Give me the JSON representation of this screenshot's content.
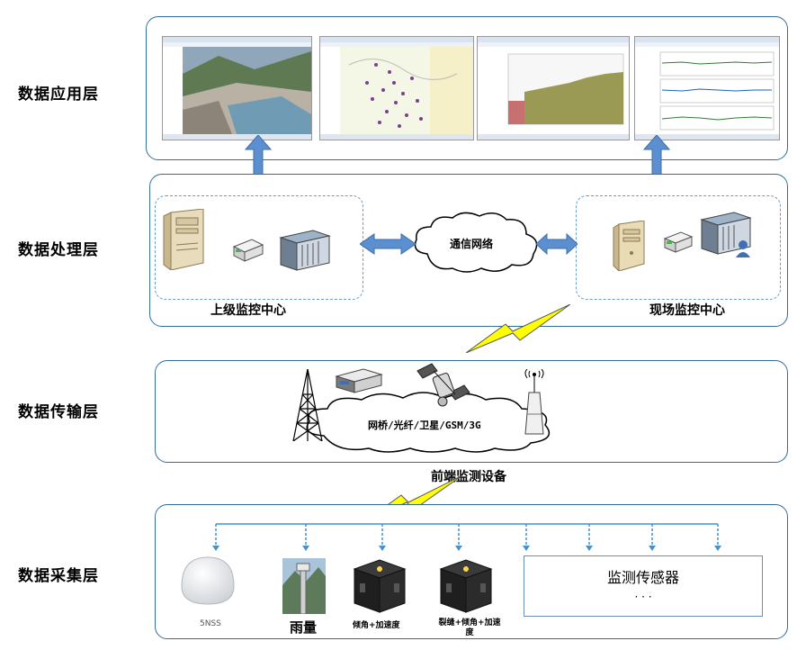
{
  "layers": {
    "application": "数据应用层",
    "processing": "数据处理层",
    "transmission": "数据传输层",
    "collection": "数据采集层"
  },
  "processing": {
    "upper_center": "上级监控中心",
    "site_center": "现场监控中心",
    "network_cloud": "通信网络"
  },
  "transmission": {
    "cloud_label": "网桥/光纤/卫星/GSM/3G",
    "front_devices": "前端监测设备"
  },
  "collection": {
    "gnss": "5NSS",
    "rain": "雨量",
    "tilt_accel": "倾角+加速度",
    "crack_tilt_accel": "裂缝+倾角+加速度",
    "sensors_title": "监测传感器",
    "sensors_more": "· · ·"
  },
  "colors": {
    "panel_border": "#2f6f9a",
    "dashed_border": "#6a9cc7",
    "arrow_blue": "#5b8fcf",
    "lightning": "#ffff00",
    "bus_line": "#4a90c8"
  }
}
